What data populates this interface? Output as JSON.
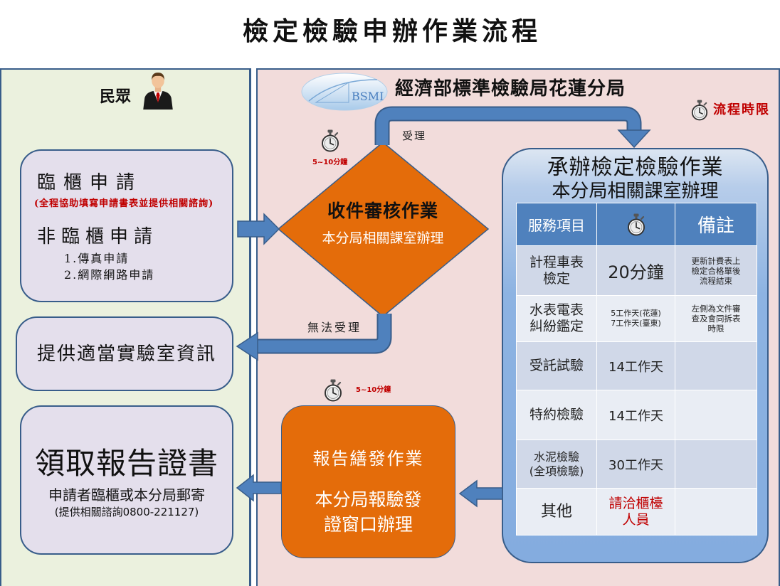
{
  "title": "檢定檢驗申辦作業流程",
  "public_panel": {
    "header": "民眾",
    "icon": "person-icon"
  },
  "bureau_panel": {
    "logo_text": "BSMI",
    "header": "經濟部標準檢驗局花蓮分局",
    "time_limit_legend": "流程時限",
    "legend_icon": "stopwatch-icon"
  },
  "applications": {
    "counter_title": "臨櫃申請",
    "counter_note": "(全程協助填寫申請書表並提供相關諮詢)",
    "non_counter_title": "非臨櫃申請",
    "methods": [
      "1.傳真申請",
      "2.網際網路申請"
    ]
  },
  "lab_info": {
    "label": "提供適當實驗室資訊"
  },
  "collect": {
    "title": "領取報告證書",
    "line1": "申請者臨櫃或本分局郵寄",
    "line2": "(提供相關諮詢0800-221127)"
  },
  "review": {
    "title": "收件審核作業",
    "subtitle": "本分局相關課室辦理",
    "time": "5~10分鐘",
    "accepted_label": "受理",
    "rejected_label": "無法受理"
  },
  "processing": {
    "title": "承辦檢定檢驗作業",
    "subtitle": "本分局相關課室辦理",
    "table": {
      "headers": {
        "service": "服務項目",
        "time_icon": "stopwatch-icon",
        "remark": "備註"
      },
      "rows": [
        {
          "service": [
            "計程車表",
            "檢定"
          ],
          "time": [
            "20分鐘"
          ],
          "remark": [
            "更新計費表上",
            "檢定合格單後",
            "流程結束"
          ]
        },
        {
          "service": [
            "水表電表",
            "糾紛鑑定"
          ],
          "time": [
            "5工作天(花蓮)",
            "7工作天(臺東)"
          ],
          "remark": [
            "左側為文件審",
            "查及會同拆表",
            "時限"
          ]
        },
        {
          "service": [
            "受託試驗"
          ],
          "time": [
            "14工作天"
          ],
          "remark": []
        },
        {
          "service": [
            "特約檢驗"
          ],
          "time": [
            "14工作天"
          ],
          "remark": []
        },
        {
          "service": [
            "水泥檢驗",
            "(全項檢驗)"
          ],
          "time": [
            "30工作天"
          ],
          "remark": []
        },
        {
          "service": [
            "其他"
          ],
          "time": [
            "請洽櫃檯",
            "人員"
          ],
          "remark": []
        }
      ]
    }
  },
  "report": {
    "title": "報告繕發作業",
    "subtitle_lines": [
      "本分局報驗發",
      "證窗口辦理"
    ],
    "time": "5~10分鐘"
  },
  "colors": {
    "public_panel_bg": "#ebf1de",
    "bureau_panel_bg": "#f2dcdb",
    "box_fill": "#e4dfec",
    "process_orange": "#e46c0a",
    "arrow_blue": "#4f81bd",
    "table_header": "#4f81bd",
    "alert_red": "#c00000"
  }
}
